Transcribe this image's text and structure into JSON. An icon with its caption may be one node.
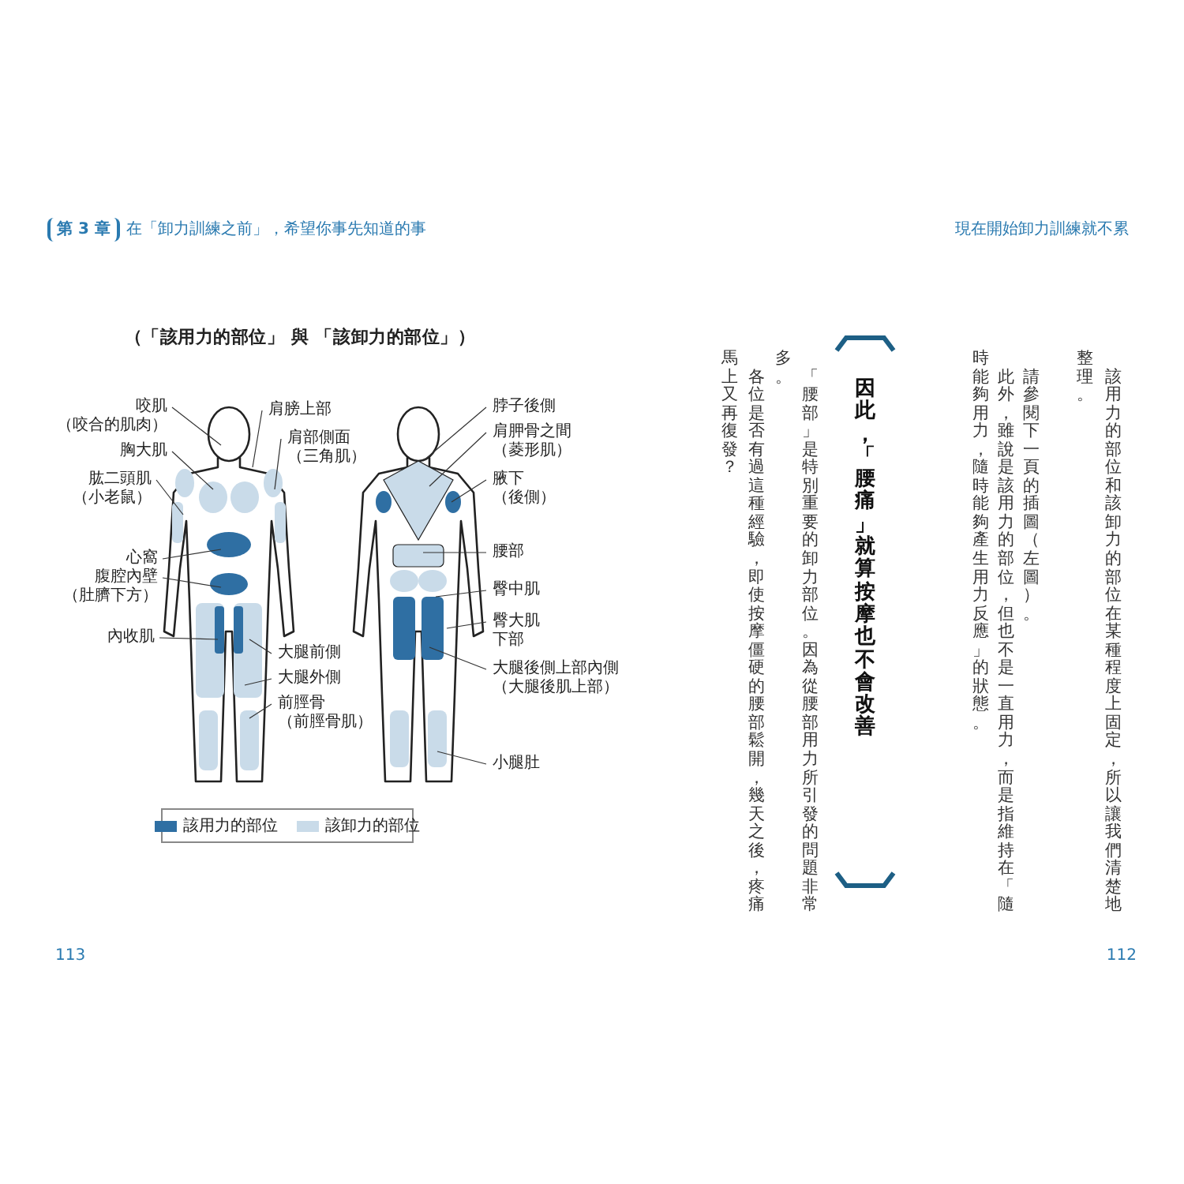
{
  "diagram": {
    "title": "（「該用力的部位」 與 「該卸力的部位」）",
    "nodes": [
      {
        "text": [
          "咬肌",
          "（咬合的肌肉）"
        ]
      },
      {
        "text": [
          "胸大肌"
        ]
      },
      {
        "text": [
          "肱二頭肌",
          "（小老鼠）"
        ]
      },
      {
        "text": [
          "心窩"
        ]
      },
      {
        "text": [
          "腹腔內壁",
          "（肚臍下方）"
        ]
      },
      {
        "text": [
          "內收肌"
        ]
      },
      {
        "text": [
          "肩膀上部"
        ]
      },
      {
        "text": [
          "肩部側面",
          "（三角肌）"
        ]
      },
      {
        "text": [
          "大腿前側"
        ]
      },
      {
        "text": [
          "大腿外側"
        ]
      },
      {
        "text": [
          "前脛骨",
          "（前脛骨肌）"
        ]
      },
      {
        "text": [
          "脖子後側"
        ]
      },
      {
        "text": [
          "肩胛骨之間",
          "（菱形肌）"
        ]
      },
      {
        "text": [
          "腋下",
          "（後側）"
        ]
      },
      {
        "text": [
          "腰部"
        ]
      },
      {
        "text": [
          "臀中肌"
        ]
      },
      {
        "text": [
          "臀大肌下部"
        ]
      },
      {
        "text": [
          "大腿後側上部內側",
          "（大腿後肌上部）"
        ]
      },
      {
        "text": [
          "小腿肚"
        ]
      }
    ],
    "edges": [
      {
        "from": 0,
        "to": null,
        "arrow": "none"
      },
      {
        "from": 1,
        "to": null,
        "arrow": "none"
      },
      {
        "from": 2,
        "to": null,
        "arrow": "none"
      },
      {
        "from": 3,
        "to": null,
        "arrow": "none"
      },
      {
        "from": 4,
        "to": null,
        "arrow": "none"
      },
      {
        "from": 5,
        "to": null,
        "arrow": "none"
      },
      {
        "from": 6,
        "to": null,
        "arrow": "none"
      },
      {
        "from": 7,
        "to": null,
        "arrow": "none"
      },
      {
        "from": 8,
        "to": null,
        "arrow": "none"
      },
      {
        "from": 9,
        "to": null,
        "arrow": "none"
      },
      {
        "from": 10,
        "to": null,
        "arrow": "none"
      },
      {
        "from": 11,
        "to": null,
        "arrow": "none"
      },
      {
        "from": 12,
        "to": null,
        "arrow": "none"
      },
      {
        "from": 13,
        "to": null,
        "arrow": "none"
      },
      {
        "from": 14,
        "to": null,
        "arrow": "none"
      },
      {
        "from": 15,
        "to": null,
        "arrow": "none"
      },
      {
        "from": 16,
        "to": null,
        "arrow": "none"
      },
      {
        "from": 17,
        "to": null,
        "arrow": "none"
      },
      {
        "from": 18,
        "to": null,
        "arrow": "none"
      }
    ],
    "labels": [
      "第 3 章",
      "在「卸力訓練之前」，希望你事先知道的事",
      "現在開始卸力訓練就不累",
      "該用力的部位和該卸力的部位在某種程度上固定，所以讓我們清楚地",
      "整理。",
      "請參閱下一頁的插圖（左圖）。",
      "此外，雖說是該用力的部位，但也不是一直用力，而是指維持在「隨",
      "時能夠用力，隨時能夠產生用力反應」的狀態。",
      "因此，「腰痛」就算按摩也不會改善",
      "「腰部」是特別重要的卸力部位。因為從腰部用力所引發的問題非常",
      "多。",
      "各位是否有過這種經驗，即使按摩僵硬的腰部鬆開，幾天之後，疼痛",
      "馬上又再復發？",
      "113",
      "112"
    ],
    "legend": [
      {
        "text": "該用力的部位",
        "color": "#2f6fa3"
      },
      {
        "text": "該卸力的部位",
        "color": "#c9dbe9"
      }
    ]
  }
}
